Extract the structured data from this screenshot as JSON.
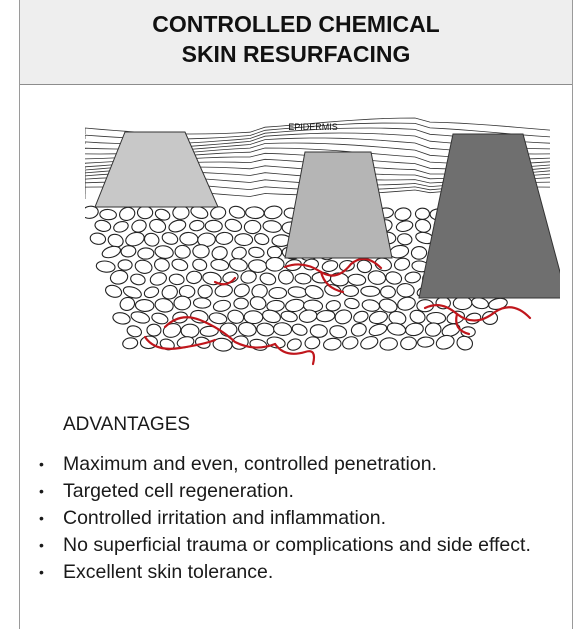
{
  "header": {
    "title_line1": "CONTROLLED CHEMICAL",
    "title_line2": "SKIN RESURFACING"
  },
  "diagram": {
    "epidermis_label": "EPIDERMIS",
    "cone_colors": [
      "#c8c8c8",
      "#b5b5b5",
      "#6f6f6f"
    ],
    "vessel_color": "#c0161c"
  },
  "advantages": {
    "heading": "ADVANTAGES",
    "items": [
      "Maximum and even, controlled penetration.",
      "Targeted cell regeneration.",
      "Controlled irritation and inflammation.",
      "No superficial trauma or complications and side effect.",
      "Excellent skin tolerance."
    ]
  }
}
